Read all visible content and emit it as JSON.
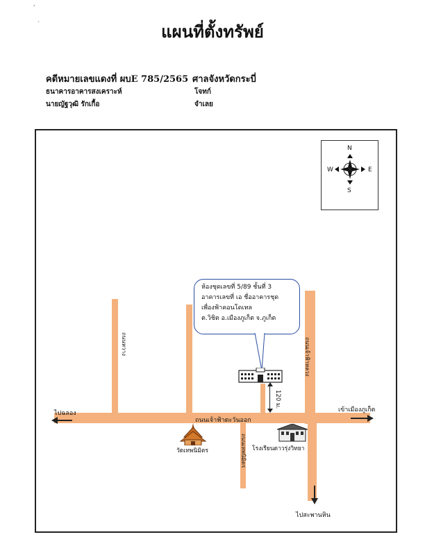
{
  "title": "แผนที่ตั้งทรัพย์",
  "header": {
    "case_label": "คดีหมายเลขแดงที่ ผบE 785/2565",
    "court": "ศาลจังหวัดกระบี่",
    "plaintiff_name": "ธนาคารอาคารสงเคราะห์",
    "plaintiff_role": "โจทก์",
    "defendant_name": "นายญัฐวุฒิ รักเกื้อ",
    "defendant_role": "จำเลย"
  },
  "compass": {
    "n": "N",
    "s": "S",
    "e": "E",
    "w": "W"
  },
  "callout": {
    "line1": "ห้องชุดเลขที่ 5/89 ชั้นที่ 3",
    "line2": "อาคารเลขที่ เอ ชื่ออาคารชุด",
    "line3": "เพื่องฟ้าคอนโดเทล",
    "line4": "ต.วิชิต อ.เมืองภูเก็ต จ.ภูเก็ต"
  },
  "roads": {
    "main": "ถนนเจ้าฟ้าตะวันออก",
    "left_vertical": "ถนนหวาง",
    "right_vertical": "ถนนเจ้าฟ้าหลวง",
    "lower_vertical": "ถนนเทพนิมิตร"
  },
  "distance": "120 ม.",
  "directions": {
    "west": "ไปฉลอง",
    "east": "เข้าเมืองภูเก็ต",
    "south": "ไปสะพานหิน"
  },
  "landmarks": {
    "temple": "วัดเทพนิมิตร",
    "school": "โรงเรียนดาวรุ่งวิทยา"
  },
  "colors": {
    "road": "#f4b17d",
    "callout_border": "#2a4ea0"
  }
}
